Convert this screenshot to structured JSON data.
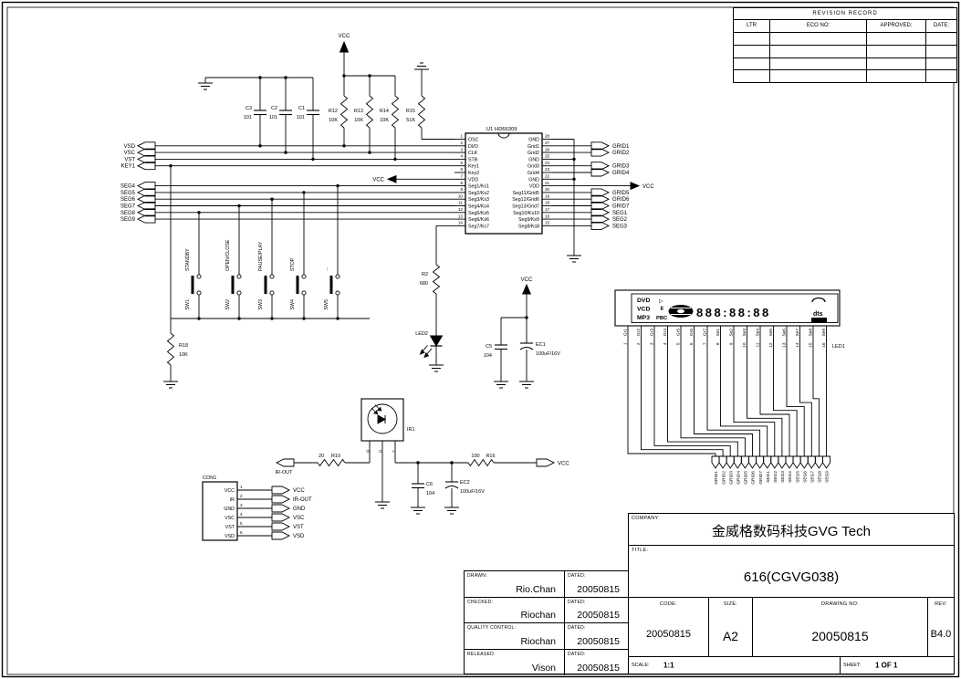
{
  "revision_record": {
    "title": "REVISION RECORD",
    "columns": [
      "LTR",
      "ECO NO:",
      "APPROVED:",
      "DATE:"
    ]
  },
  "ic": {
    "ref_label": "U1  HD66309",
    "left_pins": [
      {
        "num": 1,
        "name": "OSC"
      },
      {
        "num": 2,
        "name": "DI/O"
      },
      {
        "num": 3,
        "name": "CLK"
      },
      {
        "num": 4,
        "name": "STB"
      },
      {
        "num": 5,
        "name": "Key1"
      },
      {
        "num": 6,
        "name": "Key2"
      },
      {
        "num": 7,
        "name": "VDD"
      },
      {
        "num": 8,
        "name": "Seg1/Ks1"
      },
      {
        "num": 9,
        "name": "Seg2/Ks2"
      },
      {
        "num": 10,
        "name": "Seg3/Ks3"
      },
      {
        "num": 11,
        "name": "Seg4/Ks4"
      },
      {
        "num": 12,
        "name": "Seg5/Ks5"
      },
      {
        "num": 13,
        "name": "Seg6/Ks6"
      },
      {
        "num": 14,
        "name": "Seg7/Ks7"
      }
    ],
    "right_pins": [
      {
        "num": 28,
        "name": "GND"
      },
      {
        "num": 27,
        "name": "Grid1"
      },
      {
        "num": 26,
        "name": "Grid2"
      },
      {
        "num": 25,
        "name": "GND"
      },
      {
        "num": 24,
        "name": "Grid3"
      },
      {
        "num": 23,
        "name": "Grid4"
      },
      {
        "num": 22,
        "name": "GND"
      },
      {
        "num": 21,
        "name": "VDD"
      },
      {
        "num": 20,
        "name": "Seg11/Grid5"
      },
      {
        "num": 19,
        "name": "Seg12/Grid6"
      },
      {
        "num": 18,
        "name": "Seg13/Grid7"
      },
      {
        "num": 17,
        "name": "Seg10/Ks10"
      },
      {
        "num": 16,
        "name": "Seg9/Ks9"
      },
      {
        "num": 15,
        "name": "Seg8/Ks8"
      }
    ]
  },
  "ports": {
    "left_top": [
      "VSD",
      "VSC",
      "VST",
      "KEY1"
    ],
    "left_seg": [
      "SEG4",
      "SEG5",
      "SEG6",
      "SEG7",
      "SEG8",
      "SEG9"
    ],
    "right": [
      "GRID1",
      "GRID2",
      "GRID3",
      "GRID4",
      "GRID5",
      "GRID6",
      "GRID7",
      "SEG1",
      "SEG2",
      "SEG3"
    ]
  },
  "net_labels": {
    "vcc": "VCC",
    "ir_out": "IR-OUT"
  },
  "components": {
    "c1": {
      "ref": "C1",
      "value": "101"
    },
    "c2": {
      "ref": "C2",
      "value": "101"
    },
    "c3": {
      "ref": "C3",
      "value": "101"
    },
    "r12": {
      "ref": "R12",
      "value": "10K"
    },
    "r13": {
      "ref": "R13",
      "value": "10K"
    },
    "r14": {
      "ref": "R14",
      "value": "10K"
    },
    "r15": {
      "ref": "R15",
      "value": "51K"
    },
    "r18": {
      "ref": "R18",
      "value": "10K"
    },
    "r2": {
      "ref": "R2",
      "value": "680"
    },
    "led2": {
      "ref": "LED2"
    },
    "c5": {
      "ref": "C5",
      "value": "104"
    },
    "ec1": {
      "ref": "EC1",
      "value": "100uF/16V"
    },
    "ir1": {
      "ref": "IR1",
      "pin_marks": [
        "O",
        "G",
        ">"
      ]
    },
    "r10": {
      "ref": "R10",
      "value": "20"
    },
    "r16": {
      "ref": "R16",
      "value": "100"
    },
    "c6": {
      "ref": "C6",
      "value": "104"
    },
    "ec2": {
      "ref": "EC2",
      "value": "100uF/16V"
    }
  },
  "switches": [
    {
      "ref": "SW1",
      "function": "STANDBY"
    },
    {
      "ref": "SW2",
      "function": "OPEN/CLOSE"
    },
    {
      "ref": "SW3",
      "function": "PAUSE/PLAY"
    },
    {
      "ref": "SW4",
      "function": "STOP"
    },
    {
      "ref": "SW5",
      "function": "..."
    }
  ],
  "display": {
    "ref": "LED1",
    "formats": [
      "DVD",
      "VCD",
      "MP3"
    ],
    "mode": [
      "▷",
      "II",
      "PBC"
    ],
    "digits": "888:88:88",
    "audio": "dts",
    "dolby": "DD",
    "pin_labels": [
      "Gr1",
      "Gr2",
      "Gr3",
      "Gr4",
      "Gr5",
      "Gr6",
      "Gr7",
      "Se1",
      "Se2",
      "Se3",
      "Se4",
      "Se5",
      "Se6",
      "Se7",
      "Se8",
      "Se9"
    ],
    "pin_numbers": [
      "1",
      "2",
      "3",
      "4",
      "5",
      "6",
      "7",
      "8",
      "9",
      "10",
      "11",
      "12",
      "13",
      "14",
      "15",
      "16"
    ]
  },
  "board_connector": {
    "labels": [
      "GRID1",
      "GRID2",
      "GRID3",
      "GRID4",
      "GRID5",
      "GRID6",
      "GRID7",
      "SEG1",
      "SEG2",
      "SEG3",
      "SEG4",
      "SEG5",
      "SEG6",
      "SEG7",
      "SEG8",
      "SEG9"
    ]
  },
  "con1": {
    "ref": "CON1",
    "pins": [
      {
        "num": 1,
        "name": "VCC",
        "net": "VCC"
      },
      {
        "num": 2,
        "name": "IR",
        "net": "IR-OUT"
      },
      {
        "num": 3,
        "name": "GND",
        "net": "GND"
      },
      {
        "num": 4,
        "name": "VSC",
        "net": "VSC"
      },
      {
        "num": 5,
        "name": "VST",
        "net": "VST"
      },
      {
        "num": 6,
        "name": "VSD",
        "net": "VSD"
      }
    ]
  },
  "title_block": {
    "company_label": "COMPANY:",
    "company": "金威格数码科技GVG Tech",
    "title_label": "TITLE:",
    "title": "616(CGVG038)",
    "code_label": "CODE:",
    "code": "20050815",
    "size_label": "SIZE:",
    "size": "A2",
    "drawing_no_label": "DRAWING NO:",
    "drawing_no": "20050815",
    "rev_label": "REV:",
    "rev": "B4.0",
    "scale_label": "SCALE:",
    "scale": "1:1",
    "sheet_label": "SHEET:",
    "sheet": "1 OF 1"
  },
  "signatures": [
    {
      "role": "DRAWN:",
      "name": "Rio.Chan",
      "date_label": "DATED:",
      "date": "20050815"
    },
    {
      "role": "CHECKED:",
      "name": "Riochan",
      "date_label": "DATED:",
      "date": "20050815"
    },
    {
      "role": "QUALITY CONTROL:",
      "name": "Riochan",
      "date_label": "DATED:",
      "date": "20050815"
    },
    {
      "role": "RELEASED:",
      "name": "Vison",
      "date_label": "DATED:",
      "date": "20050815"
    }
  ]
}
